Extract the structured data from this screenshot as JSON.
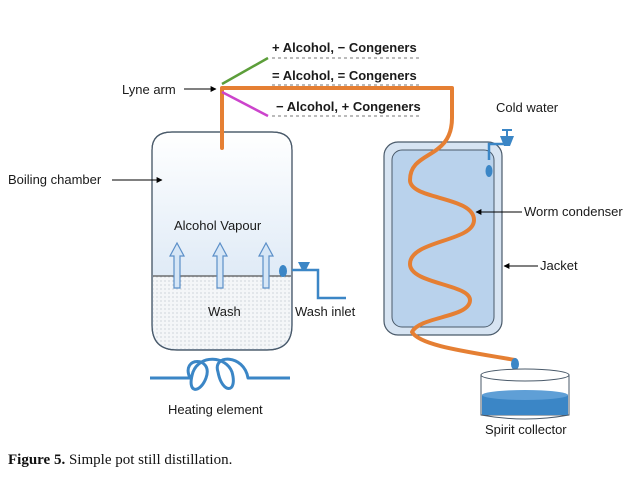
{
  "labels": {
    "lyne_arm": "Lyne arm",
    "plus_alcohol": "+ Alcohol, − Congeners",
    "equal_alcohol": "= Alcohol, = Congeners",
    "minus_alcohol": "− Alcohol, + Congeners",
    "cold_water": "Cold water",
    "boiling_chamber": "Boiling chamber",
    "alcohol_vapour": "Alcohol Vapour",
    "worm_condenser": "Worm condenser",
    "jacket": "Jacket",
    "wash": "Wash",
    "wash_inlet": "Wash inlet",
    "heating_element": "Heating element",
    "spirit_collector": "Spirit collector"
  },
  "caption": {
    "prefix": "Figure 5.",
    "text": " Simple pot still distillation."
  },
  "colors": {
    "vapour_path": "#e57f33",
    "plus_line": "#5c9e3a",
    "minus_line": "#cc44cc",
    "water_blue": "#3b86c6",
    "jacket_fill": "#b9d2ec",
    "tank_stroke": "#4a5a6a"
  }
}
